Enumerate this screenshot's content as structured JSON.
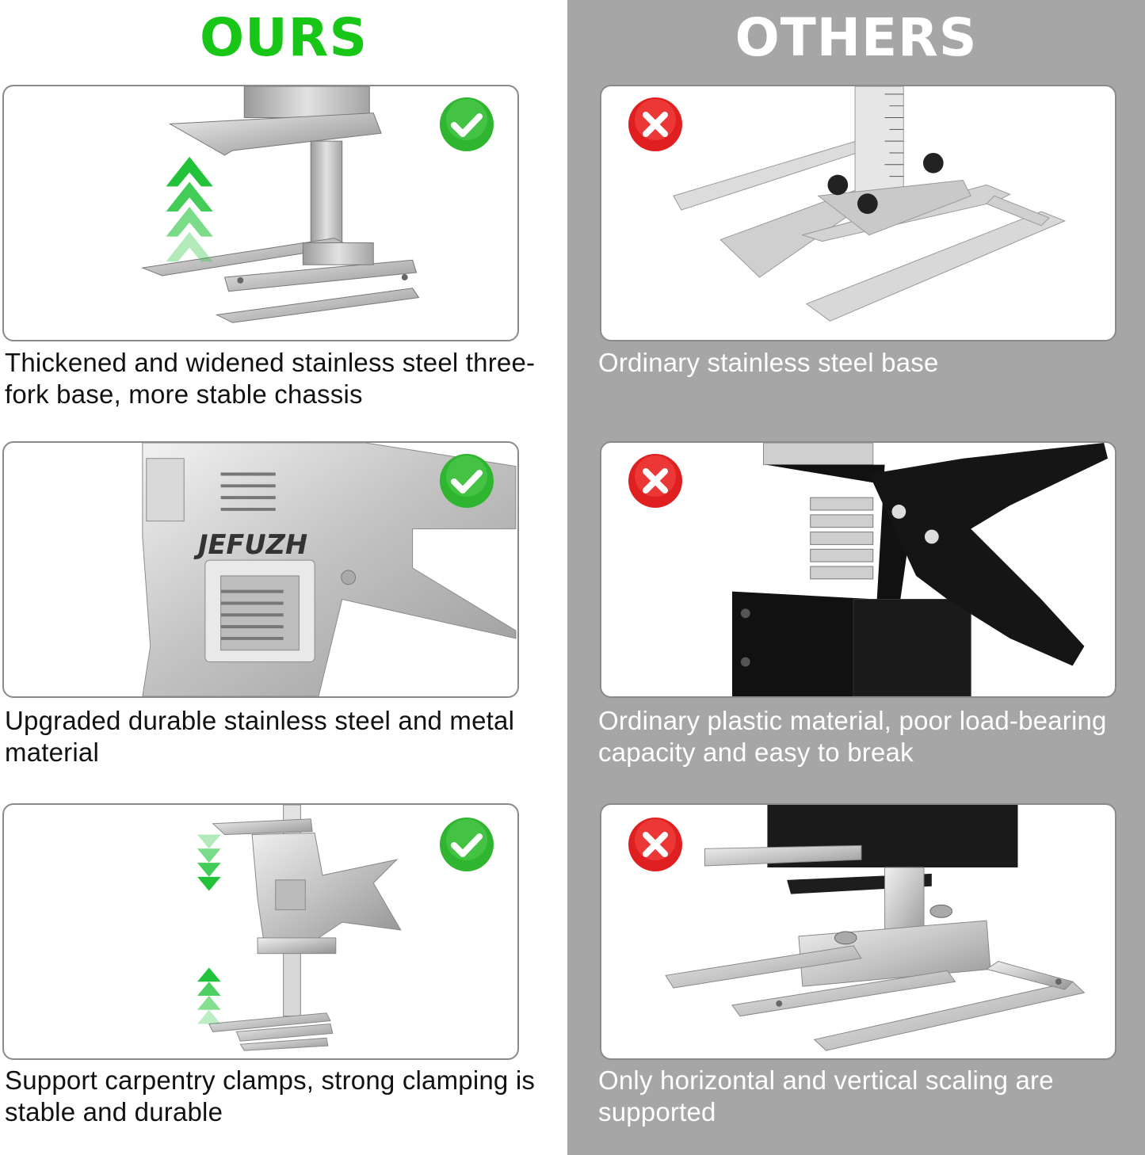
{
  "header": {
    "ours": "OURS",
    "others": "OTHERS"
  },
  "ours": {
    "items": [
      {
        "caption": "Thickened and widened stainless steel three-fork base, more stable chassis",
        "status_icon": "green-check-icon"
      },
      {
        "caption": "Upgraded durable stainless steel and metal material",
        "brand": "JEFUZH",
        "status_icon": "green-check-icon"
      },
      {
        "caption": "Support carpentry clamps, strong clamping is stable and durable",
        "status_icon": "green-check-icon"
      }
    ]
  },
  "others": {
    "items": [
      {
        "caption": "Ordinary stainless steel base",
        "status_icon": "red-x-icon"
      },
      {
        "caption": "Ordinary plastic material, poor load-bearing capacity and easy to break",
        "status_icon": "red-x-icon"
      },
      {
        "caption": "Only horizontal and vertical scaling are supported",
        "status_icon": "red-x-icon"
      }
    ]
  },
  "colors": {
    "ours_heading": "#17c617",
    "others_background": "#a6a6a6",
    "check_green": "#2fb52f",
    "cross_red": "#e02020",
    "arrow_green": "#22c33a"
  }
}
